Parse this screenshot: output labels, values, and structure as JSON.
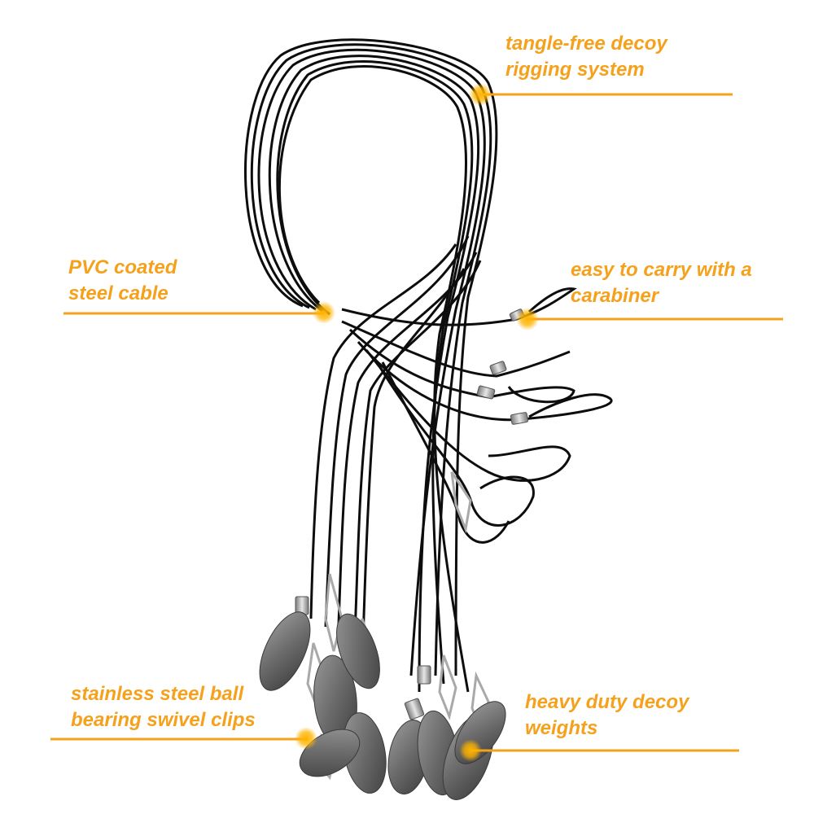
{
  "colors": {
    "accent": "#f5a11c",
    "cable": "#0d0d0d",
    "metal": "#a9a9a9",
    "lead": "#6f6f6f"
  },
  "callouts": {
    "tangle_free": {
      "line1": "tangle-free decoy",
      "line2": "rigging system"
    },
    "pvc_cable": {
      "line1": "PVC coated",
      "line2": "steel cable"
    },
    "carabiner": {
      "line1": "easy to carry with a",
      "line2": "carabiner"
    },
    "swivel_clips": {
      "line1": "stainless steel ball",
      "line2": "bearing swivel clips"
    },
    "weights": {
      "line1": "heavy duty decoy",
      "line2": "weights"
    }
  }
}
